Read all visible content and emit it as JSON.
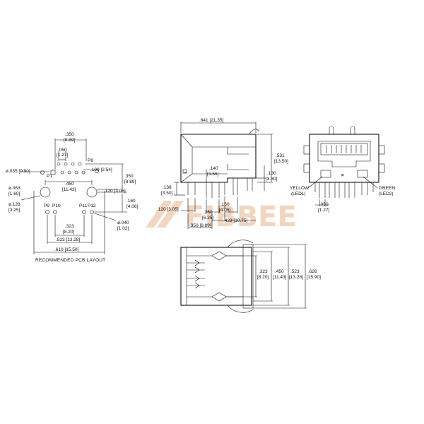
{
  "watermark": {
    "text": "FIBBEE"
  },
  "pcb_layout": {
    "caption": "RECOMMENDED PCB LAYOUT",
    "pins": {
      "p1": "P1",
      "p8": "P8",
      "p9": "P9",
      "p10": "P10",
      "p11": "P11",
      "p12": "P12"
    },
    "dims": {
      "d350a": ".350",
      "d889a": "[8.89]",
      "d050": ".050",
      "d127a": "[1.27]",
      "d100": ".100 [2.54]",
      "d035": "ø.035 [0.90]",
      "d350b": ".350",
      "d889b": "[8.89]",
      "d450": ".450",
      "d1143": "[11.43]",
      "d120": ".120 [3.05]",
      "d063": "ø.063",
      "d160a": "[1.60]",
      "d160": ".160",
      "d406": "[4.06]",
      "d128": "ø.128",
      "d325": "[3.25]",
      "d040": "ø.040",
      "d102": "[1.02]",
      "d323": ".323",
      "d820": "[8.20]",
      "d523": ".523 [13.28]",
      "d610": ".610 [15.50]"
    }
  },
  "side_view": {
    "dims": {
      "d841": ".841 [21.35]",
      "d531": ".531",
      "d1350": "[13.50]",
      "d140": ".140",
      "d355": "[3.55]",
      "d130": ".130",
      "d330": "[3.30]",
      "d138": ".138",
      "d350": "[3.50]",
      "d120": ".120 [3.05]",
      "d250": ".250",
      "d635": "[6.35]",
      "d160": ".160",
      "d406": "[4.06]",
      "d423": ".423 [10.75]",
      "d350b": ".350 [8.89]"
    }
  },
  "front_view": {
    "yellow": "YELLOW",
    "led1": "(LED1)",
    "green": "GREEN",
    "led2": "(LED2)",
    "d050": ".050",
    "d127": "[1.27]"
  },
  "top_view": {
    "dims": {
      "d323": ".323",
      "d820": "[8.20]",
      "d450": ".450",
      "d1143": "[11.43]",
      "d523": ".523",
      "d1328": "[13.28]",
      "d626": ".626",
      "d1590": "[15.90]"
    }
  }
}
